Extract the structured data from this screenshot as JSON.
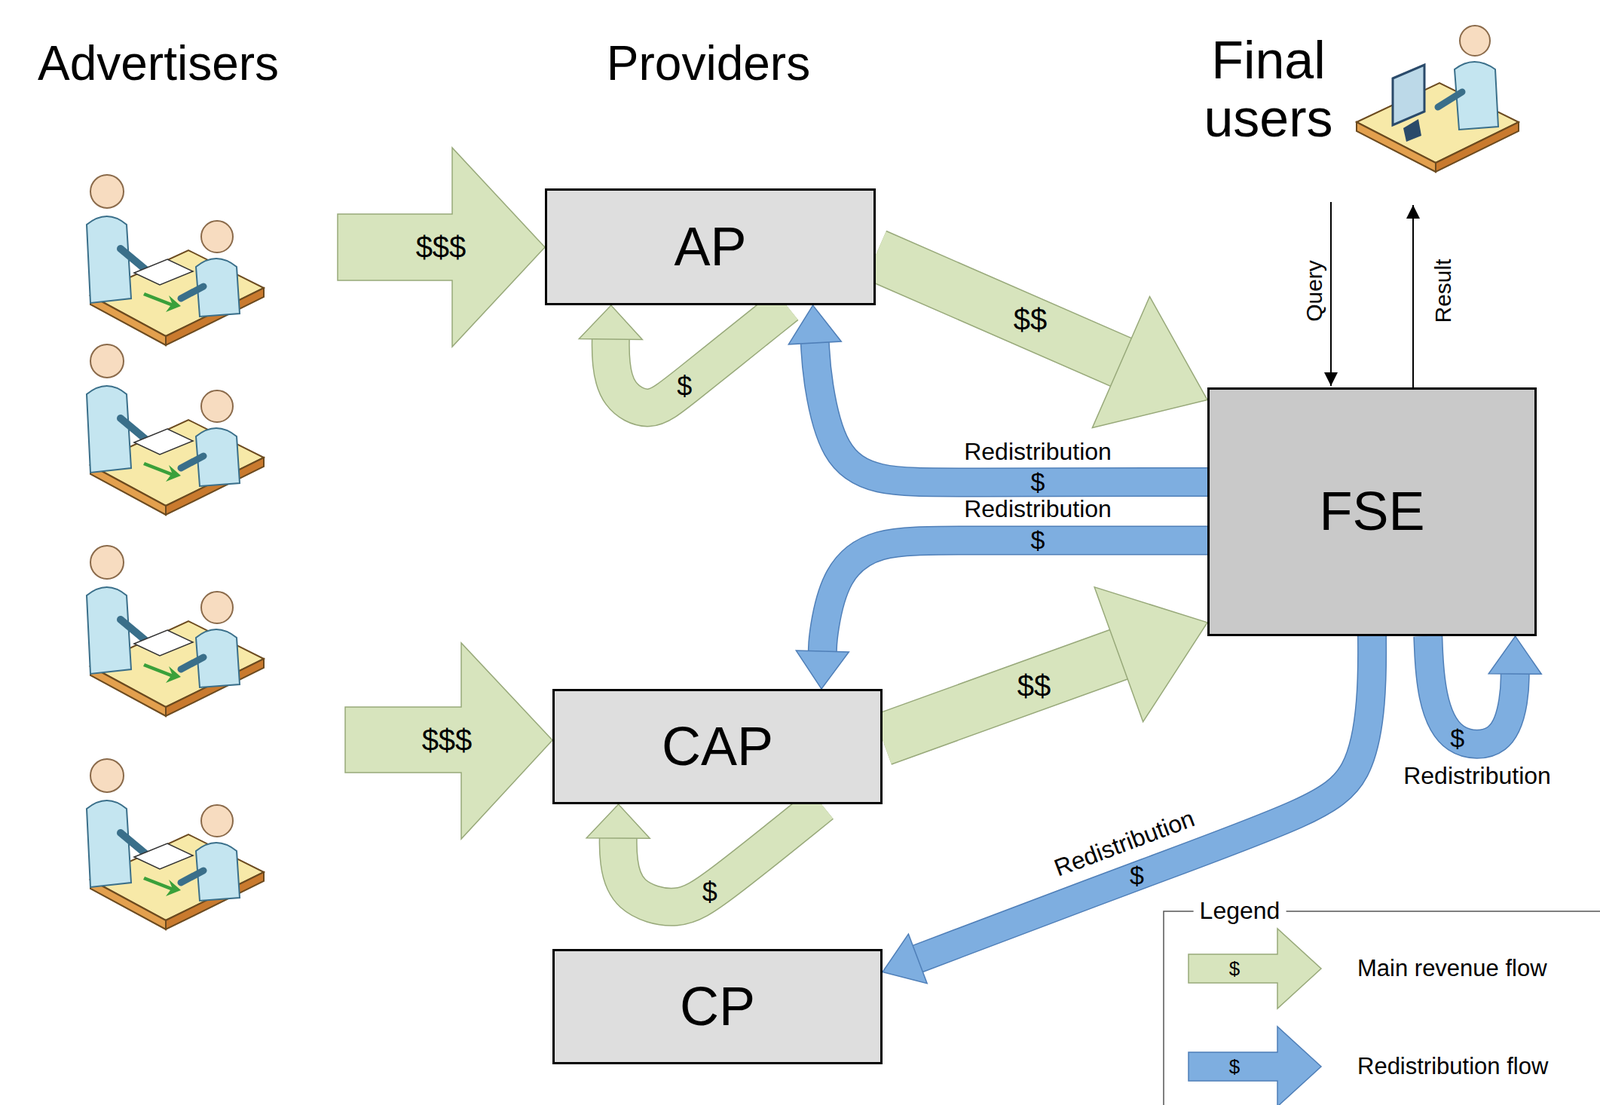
{
  "diagram": {
    "nodes": [
      {
        "text": [
          "AP"
        ]
      },
      {
        "text": [
          "FSE"
        ]
      },
      {
        "text": [
          "CAP"
        ]
      },
      {
        "text": [
          "CP"
        ]
      }
    ],
    "edges": [
      {
        "from": 0,
        "to": 1,
        "label": "$$",
        "arrow": "to"
      },
      {
        "from": 0,
        "to": 0,
        "label": "$",
        "arrow": "to"
      },
      {
        "from": 1,
        "to": 0,
        "label": "$",
        "arrow": "to"
      },
      {
        "from": 2,
        "to": 1,
        "label": "$$",
        "arrow": "to"
      },
      {
        "from": 2,
        "to": 2,
        "label": "$",
        "arrow": "to"
      },
      {
        "from": 1,
        "to": 2,
        "label": "$",
        "arrow": "to"
      },
      {
        "from": 1,
        "to": 3,
        "label": "$",
        "arrow": "to"
      },
      {
        "from": 1,
        "to": 1,
        "label": "$",
        "arrow": "to"
      }
    ],
    "labels": [
      "Advertisers",
      "Providers",
      "Final users",
      "$$$",
      "$$$",
      "Query",
      "Result",
      "Redistribution",
      "Redistribution",
      "Redistribution",
      "Redistribution",
      "Legend",
      "$",
      "$"
    ],
    "legend": [
      {
        "text": "Main revenue flow",
        "color": "#d7e4bd"
      },
      {
        "text": "Redistribution flow",
        "color": "#7eaee0"
      }
    ]
  }
}
